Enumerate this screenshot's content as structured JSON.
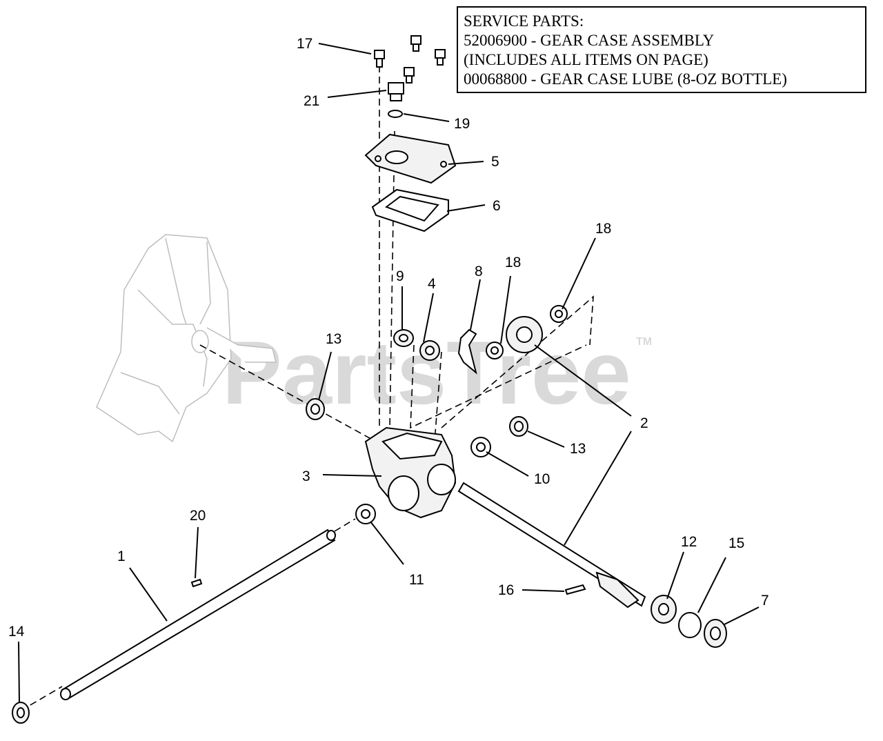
{
  "service_parts": {
    "line1": "SERVICE PARTS:",
    "line2": "52006900 - GEAR CASE ASSEMBLY",
    "line3": "(INCLUDES ALL ITEMS ON PAGE)",
    "line4": "00068800 - GEAR CASE LUBE (8-OZ BOTTLE)"
  },
  "watermark": {
    "text": "PartsTree",
    "tm": "TM"
  },
  "callouts": {
    "c1": "1",
    "c2": "2",
    "c3": "3",
    "c4": "4",
    "c5": "5",
    "c6": "6",
    "c7": "7",
    "c8": "8",
    "c9": "9",
    "c10": "10",
    "c11": "11",
    "c12": "12",
    "c13a": "13",
    "c13b": "13",
    "c14": "14",
    "c15": "15",
    "c16": "16",
    "c17": "17",
    "c18a": "18",
    "c18b": "18",
    "c19": "19",
    "c20": "20",
    "c21": "21"
  }
}
